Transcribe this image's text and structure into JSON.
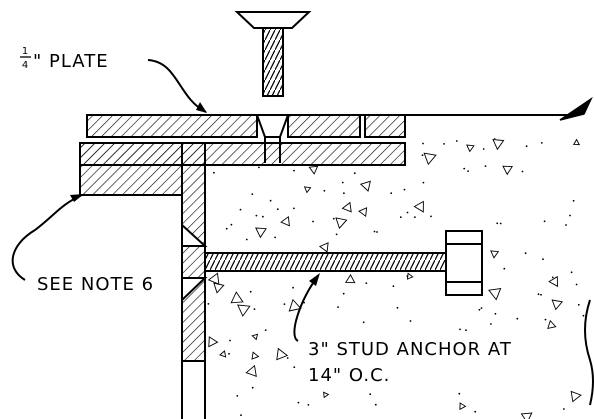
{
  "labels": {
    "plate_numerator": "1",
    "plate_denominator": "4",
    "plate_label": "\" PLATE",
    "see_note": "SEE NOTE 6",
    "stud_anchor_line1": "3\" STUD ANCHOR AT",
    "stud_anchor_line2": "14\" O.C."
  },
  "icons": {
    "screw": "flat-head-screw-icon",
    "break_mark": "break-mark-icon"
  },
  "colors": {
    "line": "#000000",
    "background": "#ffffff"
  }
}
